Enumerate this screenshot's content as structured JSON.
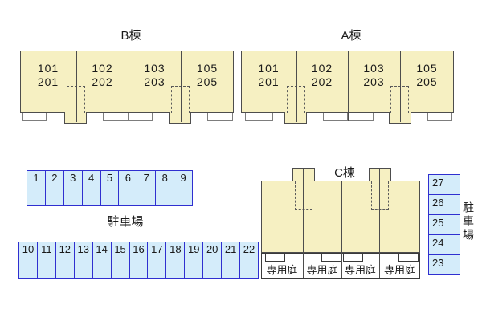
{
  "colors": {
    "building_fill": "#f6f0c2",
    "building_border": "#4d4d4d",
    "parking_fill": "#d4ecfa",
    "parking_border": "#2f2fd0",
    "garden_border": "#3a3a3a",
    "text": "#1a1a1a",
    "background": "#ffffff"
  },
  "buildings": {
    "b": {
      "label": "B棟",
      "units": [
        {
          "l1": "101",
          "l2": "201"
        },
        {
          "l1": "102",
          "l2": "202"
        },
        {
          "l1": "103",
          "l2": "203"
        },
        {
          "l1": "105",
          "l2": "205"
        }
      ]
    },
    "a": {
      "label": "A棟",
      "units": [
        {
          "l1": "101",
          "l2": "201"
        },
        {
          "l1": "102",
          "l2": "202"
        },
        {
          "l1": "103",
          "l2": "203"
        },
        {
          "l1": "105",
          "l2": "205"
        }
      ]
    },
    "c": {
      "label": "C棟",
      "garden_labels": [
        "専用庭",
        "専用庭",
        "専用庭",
        "専用庭"
      ]
    }
  },
  "parking": {
    "area_label": "駐車場",
    "side_label": "駐車場",
    "row1": [
      "1",
      "2",
      "3",
      "4",
      "5",
      "6",
      "7",
      "8",
      "9"
    ],
    "row2": [
      "10",
      "11",
      "12",
      "13",
      "14",
      "15",
      "16",
      "17",
      "18",
      "19",
      "20",
      "21",
      "22"
    ],
    "side_column": [
      "27",
      "26",
      "25",
      "24",
      "23"
    ]
  }
}
